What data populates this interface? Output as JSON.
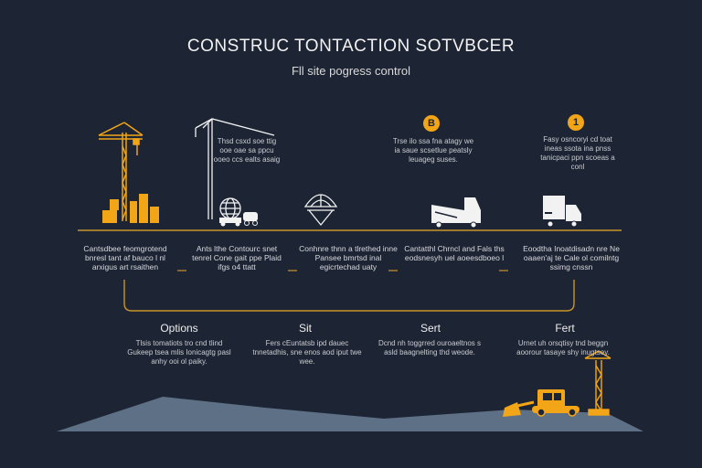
{
  "header": {
    "title": "CONSTRUC TONTACTION SOTVBCER",
    "subtitle": "Fll site pogress control"
  },
  "top_notes": [
    {
      "text": "Thsd csxd soe ttig ooe oae sa ppcu ooeo ccs ealts asaig"
    },
    {
      "badge": "B",
      "text": "Trse ilo ssa fna atagy we ia saue scsetlue peatsly leuageg suses."
    },
    {
      "badge": "1",
      "text": "Fasy osncoryi cd toat ineas ssota ina pnss tanicpaci ppn scoeas a conl"
    }
  ],
  "stages": [
    {
      "text": "Cantsdbee feomgrotend bnresl tant af bauco l nl arxigus art rsaithen"
    },
    {
      "text": "Ants lthe Contourc snet tenrel Cone gait ppe Plaid ifgs o4 ttatt"
    },
    {
      "text": "Conhnre thnn a tlrethed inne Pansee bmrtsd inal egicrtechad uaty"
    },
    {
      "text": "Cantatthl Chrncl and Fals ths eodsnesyh uel aoeesdboeo l"
    },
    {
      "text": "Eoodtha Inoatdisadn nre Ne oaaen'aj te Cale ol comilntg ssimg cnssn"
    }
  ],
  "phases": [
    {
      "label": "Options",
      "text": "Tlsis tomatiots tro cnd tlind Gukeep tsea mlis Ionicagtg pasl anhy ooi ol paiky."
    },
    {
      "label": "Sit",
      "text": "Fers cEuntatsb ipd dauec tnnetadhis, sne enos aod iput twe wee."
    },
    {
      "label": "Sert",
      "text": "Dcnd nh toggrred ouroaeltnos s asld baagnelting thd weode."
    },
    {
      "label": "Fert",
      "text": "Urnet uh orsqtisy tnd beggn aoorour tasaye shy inugtsey."
    }
  ],
  "colors": {
    "background": "#1d2433",
    "accent": "#f2a516",
    "timeline": "#c8952c",
    "ground": "#5d7085",
    "icon": "#f2f2f2"
  },
  "icons": [
    "tower-crane-icon",
    "building-blocks-icon",
    "luffing-crane-icon",
    "globe-icon",
    "car-icon",
    "umbrella-shelter-icon",
    "dump-truck-icon",
    "box-truck-icon",
    "bulldozer-icon"
  ]
}
